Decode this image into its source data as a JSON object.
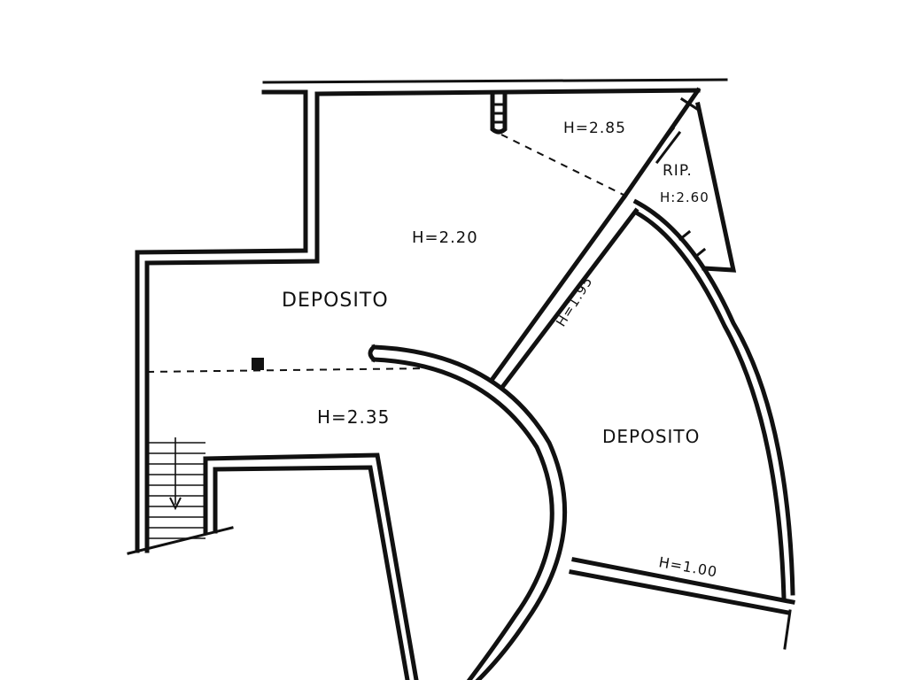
{
  "labels": {
    "h_top_right": "H=2.85",
    "rip": "RIP.",
    "h_rip": "H:2.60",
    "h_main_upper": "H=2.20",
    "deposito_left": "DEPOSITO",
    "h_diagonal_wall": "H=1.95",
    "h_main_lower": "H=2.35",
    "deposito_right": "DEPOSITO",
    "h_bottom_right": "H=1.00"
  },
  "colors": {
    "line": "#111111",
    "background": "#ffffff"
  }
}
